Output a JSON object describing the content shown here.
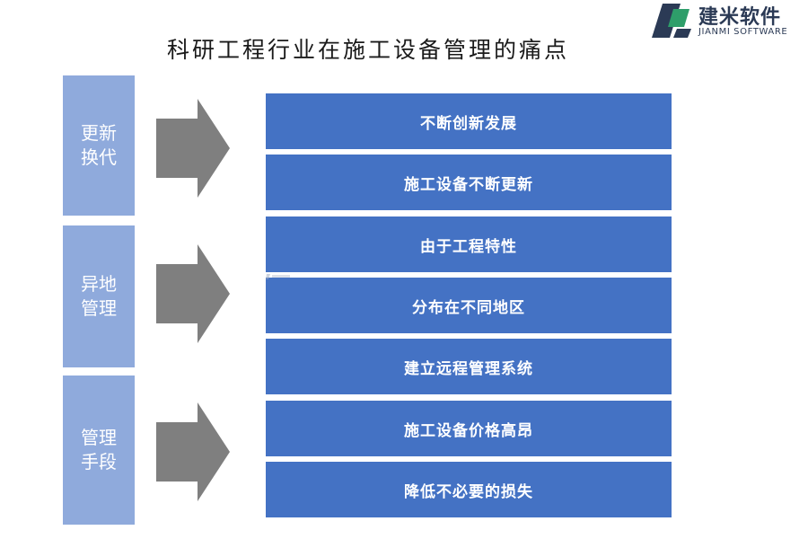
{
  "logo": {
    "name_cn": "建米软件",
    "name_en": "JIANMI SOFTWARE",
    "icon": "jianmi-logo-icon"
  },
  "title": "科研工程行业在施工设备管理的痛点",
  "categories": [
    {
      "label": "更新换代"
    },
    {
      "label": "异地管理"
    },
    {
      "label": "管理手段"
    }
  ],
  "items": [
    {
      "label": "不断创新发展"
    },
    {
      "label": "施工设备不断更新"
    },
    {
      "label": "由于工程特性"
    },
    {
      "label": "分布在不同地区"
    },
    {
      "label": "建立远程管理系统"
    },
    {
      "label": "施工设备价格高昂"
    },
    {
      "label": "降低不必要的损失"
    }
  ],
  "colors": {
    "category_bg": "#8faadc",
    "item_bg": "#4472c4",
    "arrow": "#7f7f7f",
    "logo_dark": "#2b3a55",
    "logo_green": "#2e9e6a"
  }
}
